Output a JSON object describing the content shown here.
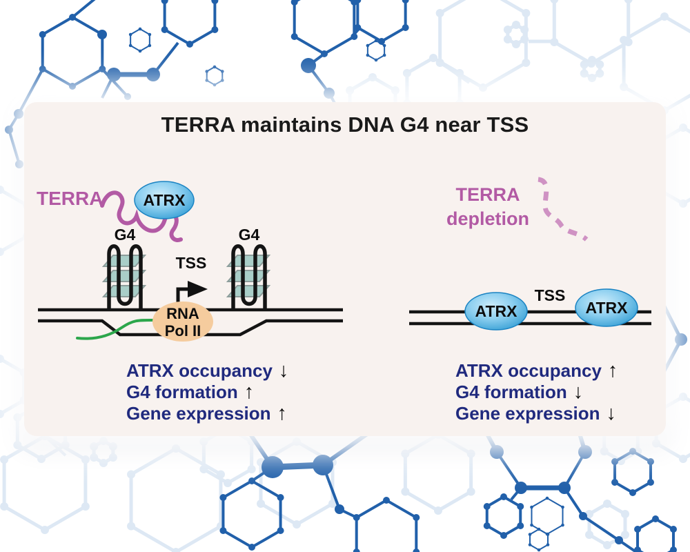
{
  "title": "TERRA maintains DNA G4 near TSS",
  "colors": {
    "panel_bg": "#f8f2ef",
    "network_dark": "#2160aa",
    "network_light": "#dde8f4",
    "purple": "#b25aa4",
    "purple_light": "#cf92c3",
    "navy": "#202a7e",
    "ink": "#1a1a1a",
    "g4_plate": "#a9cec8",
    "polii_fill": "#f5cc9e",
    "rna_green": "#2ca64b",
    "atrx_blue_deep": "#2d9ad2"
  },
  "left_scene": {
    "terra_label": "TERRA",
    "atrx_label": "ATRX",
    "g4_left_label": "G4",
    "g4_right_label": "G4",
    "tss_label": "TSS",
    "rna_pol_line1": "RNA",
    "rna_pol_line2": "Pol II",
    "stats": [
      {
        "label": "ATRX occupancy",
        "arrow": "↓"
      },
      {
        "label": "G4 formation",
        "arrow": "↑"
      },
      {
        "label": "Gene expression",
        "arrow": "↑"
      }
    ]
  },
  "right_scene": {
    "terra_depletion_line1": "TERRA",
    "terra_depletion_line2": "depletion",
    "tss_label": "TSS",
    "atrx_left_label": "ATRX",
    "atrx_right_label": "ATRX",
    "stats": [
      {
        "label": "ATRX occupancy",
        "arrow": "↑"
      },
      {
        "label": "G4 formation",
        "arrow": "↓"
      },
      {
        "label": "Gene expression",
        "arrow": "↓"
      }
    ]
  }
}
